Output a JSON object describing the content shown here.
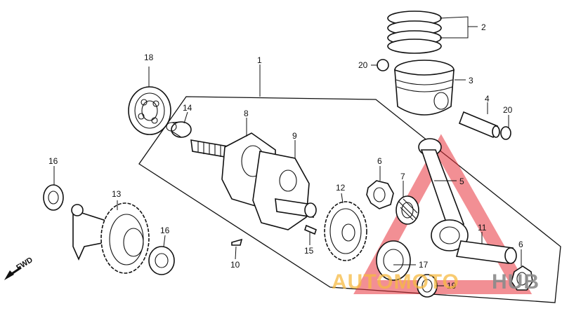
{
  "diagram": {
    "labels": {
      "p1": "1",
      "p2": "2",
      "p3": "3",
      "p4": "4",
      "p5": "5",
      "p6a": "6",
      "p6b": "6",
      "p7": "7",
      "p8": "8",
      "p9": "9",
      "p10": "10",
      "p11": "11",
      "p12": "12",
      "p13": "13",
      "p14": "14",
      "p15": "15",
      "p16a": "16",
      "p16b": "16",
      "p17": "17",
      "p18": "18",
      "p19": "19",
      "p20a": "20",
      "p20b": "20"
    },
    "fwd_label": "FWD"
  },
  "watermark": {
    "text_orange": "AUTOMOTO",
    "text_gray": "HUB",
    "color_orange": "#f5b942",
    "color_gray": "#8a8a8a",
    "color_red": "#e8333c"
  }
}
